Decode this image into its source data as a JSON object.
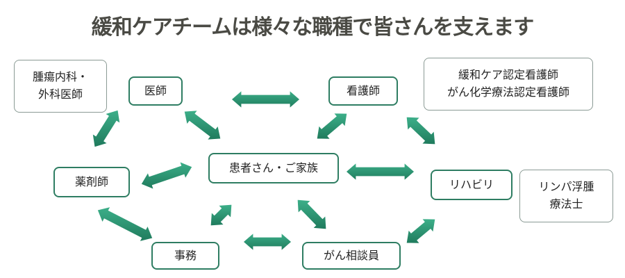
{
  "title": "緩和ケアチームは様々な職種で皆さんを支えます",
  "colors": {
    "accent": "#2e7d62",
    "arrow_fill": "#2e9b7a",
    "title": "#4a4a44"
  },
  "nodes": {
    "center": "患者さん・ご家族",
    "doctor": "医師",
    "oncology": [
      "腫瘍内科・",
      "外科医師"
    ],
    "nurse": "看護師",
    "certified_nurses": [
      "緩和ケア認定看護師",
      "がん化学療法認定看護師"
    ],
    "pharmacist": "薬剤師",
    "rehab": "リハビリ",
    "lymph_therapist": [
      "リンパ浮腫",
      "療法士"
    ],
    "office": "事務",
    "consultant": "がん相談員"
  }
}
